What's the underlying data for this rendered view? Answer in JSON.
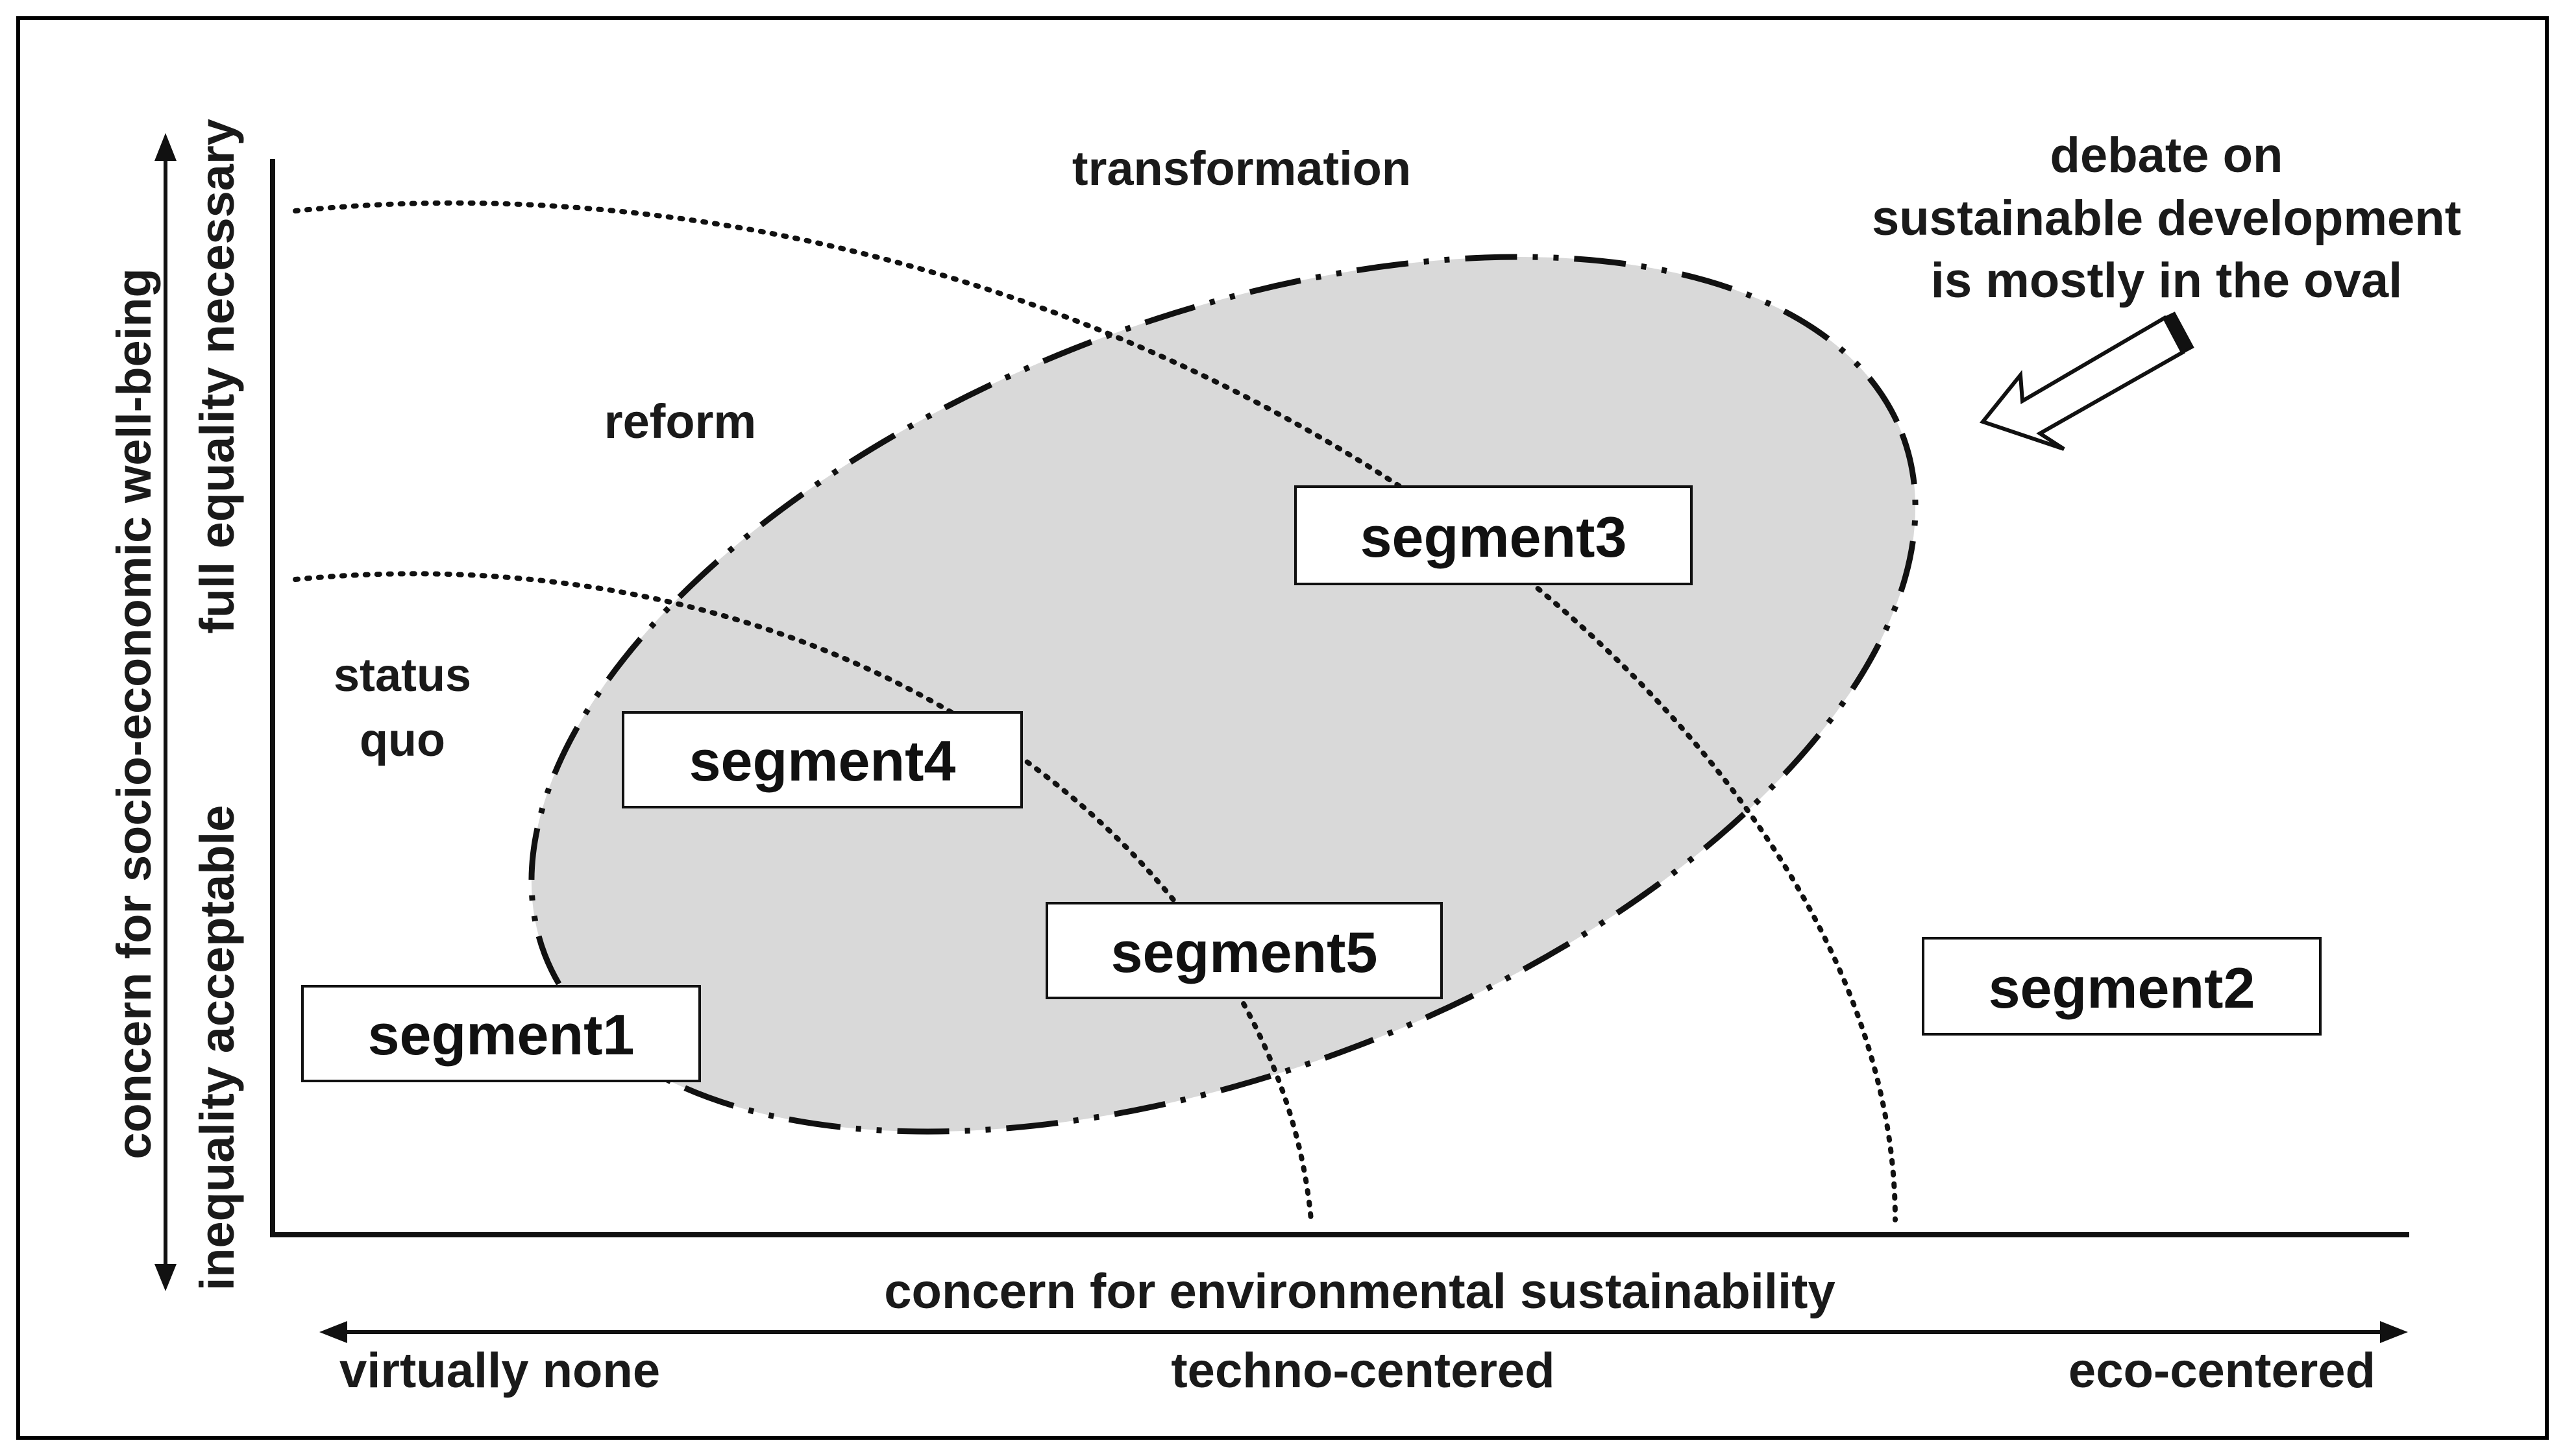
{
  "regions": {
    "transformation": "transformation",
    "reform": "reform",
    "status_quo_line1": "status",
    "status_quo_line2": "quo"
  },
  "callout": {
    "line1": "debate on",
    "line2": "sustainable development",
    "line3": "is mostly in the oval"
  },
  "segments": {
    "segment1": "segment1",
    "segment2": "segment2",
    "segment3": "segment3",
    "segment4": "segment4",
    "segment5": "segment5"
  },
  "x_axis": {
    "title": "concern for environmental sustainability",
    "low": "virtually none",
    "mid": "techno-centered",
    "high": "eco-centered"
  },
  "y_axis": {
    "title": "concern for socio-economic well-being",
    "low": "inequality acceptable",
    "high": "full equality necessary"
  },
  "colors": {
    "oval_fill": "#d9d9d9",
    "ink": "#111111",
    "frame": "#000000"
  }
}
